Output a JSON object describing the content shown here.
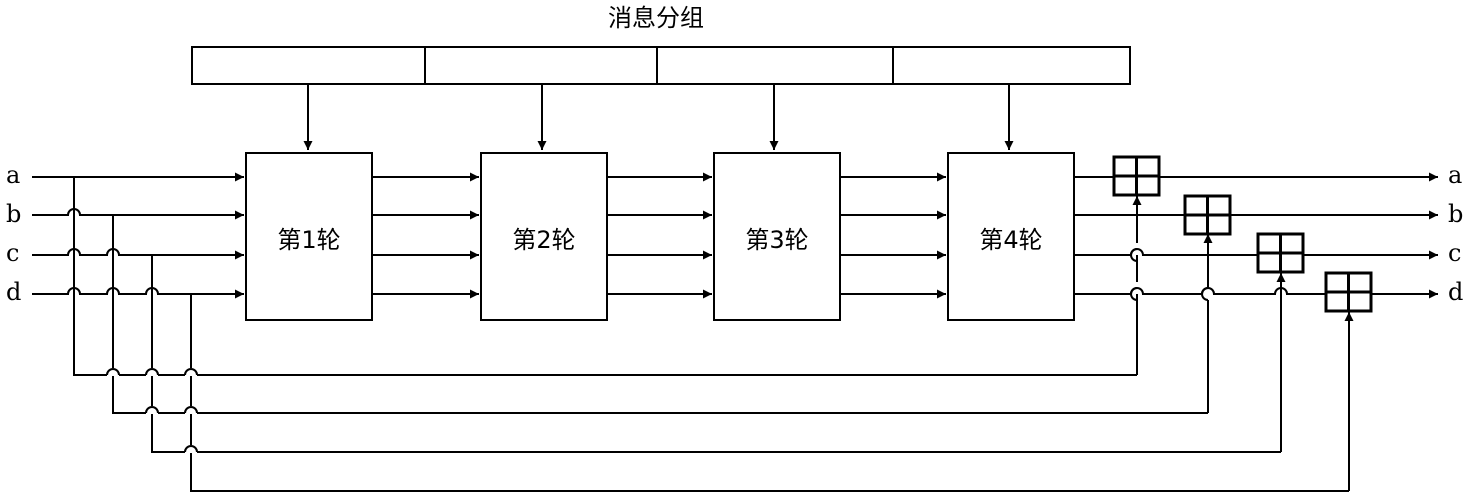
{
  "title": "消息分组",
  "inputs": [
    "a",
    "b",
    "c",
    "d"
  ],
  "outputs": [
    "a",
    "b",
    "c",
    "d"
  ],
  "rounds": [
    "第1轮",
    "第2轮",
    "第3轮",
    "第4轮"
  ],
  "message_segments": 4,
  "adders": 4
}
